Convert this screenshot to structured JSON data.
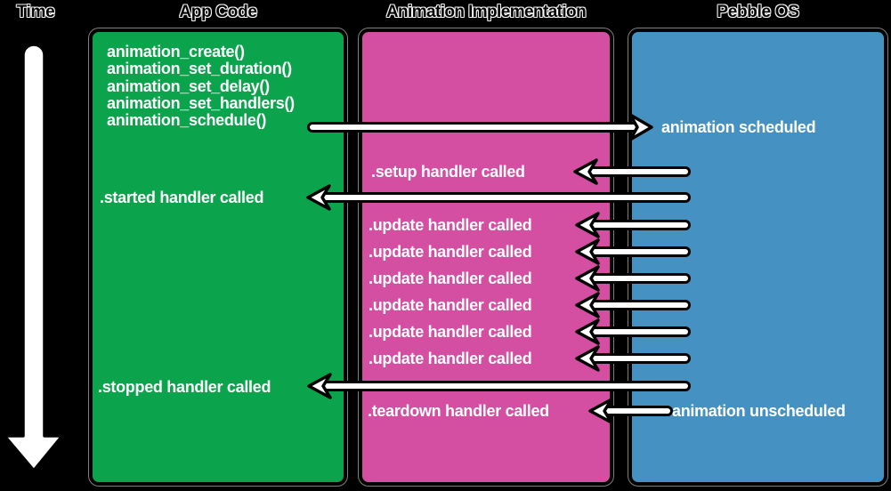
{
  "headers": {
    "time": "Time",
    "app_code": "App Code",
    "animation_implementation": "Animation Implementation",
    "pebble_os": "Pebble OS"
  },
  "colors": {
    "bg": "#000000",
    "header_text": "#000000",
    "label_text": "#FFFFFF",
    "app_code_box": "#0BA34C",
    "animation_implementation_box": "#D44EA1",
    "pebble_os_box": "#4592C2",
    "arrow_fill": "#FFFFFF",
    "arrow_outline": "#000000"
  },
  "app_code": {
    "function_calls": [
      "animation_create()",
      "animation_set_duration()",
      "animation_set_delay()",
      "animation_set_handlers()",
      "animation_schedule()"
    ],
    "started_label": ".started handler called",
    "stopped_label": ".stopped handler called"
  },
  "animation_implementation": {
    "setup_label": ".setup handler called",
    "update_labels": [
      ".update handler called",
      ".update handler called",
      ".update handler called",
      ".update handler called",
      ".update handler called",
      ".update handler called"
    ],
    "teardown_label": ".teardown handler called"
  },
  "pebble_os": {
    "scheduled_label": "animation scheduled",
    "unscheduled_label": "animation unscheduled"
  }
}
